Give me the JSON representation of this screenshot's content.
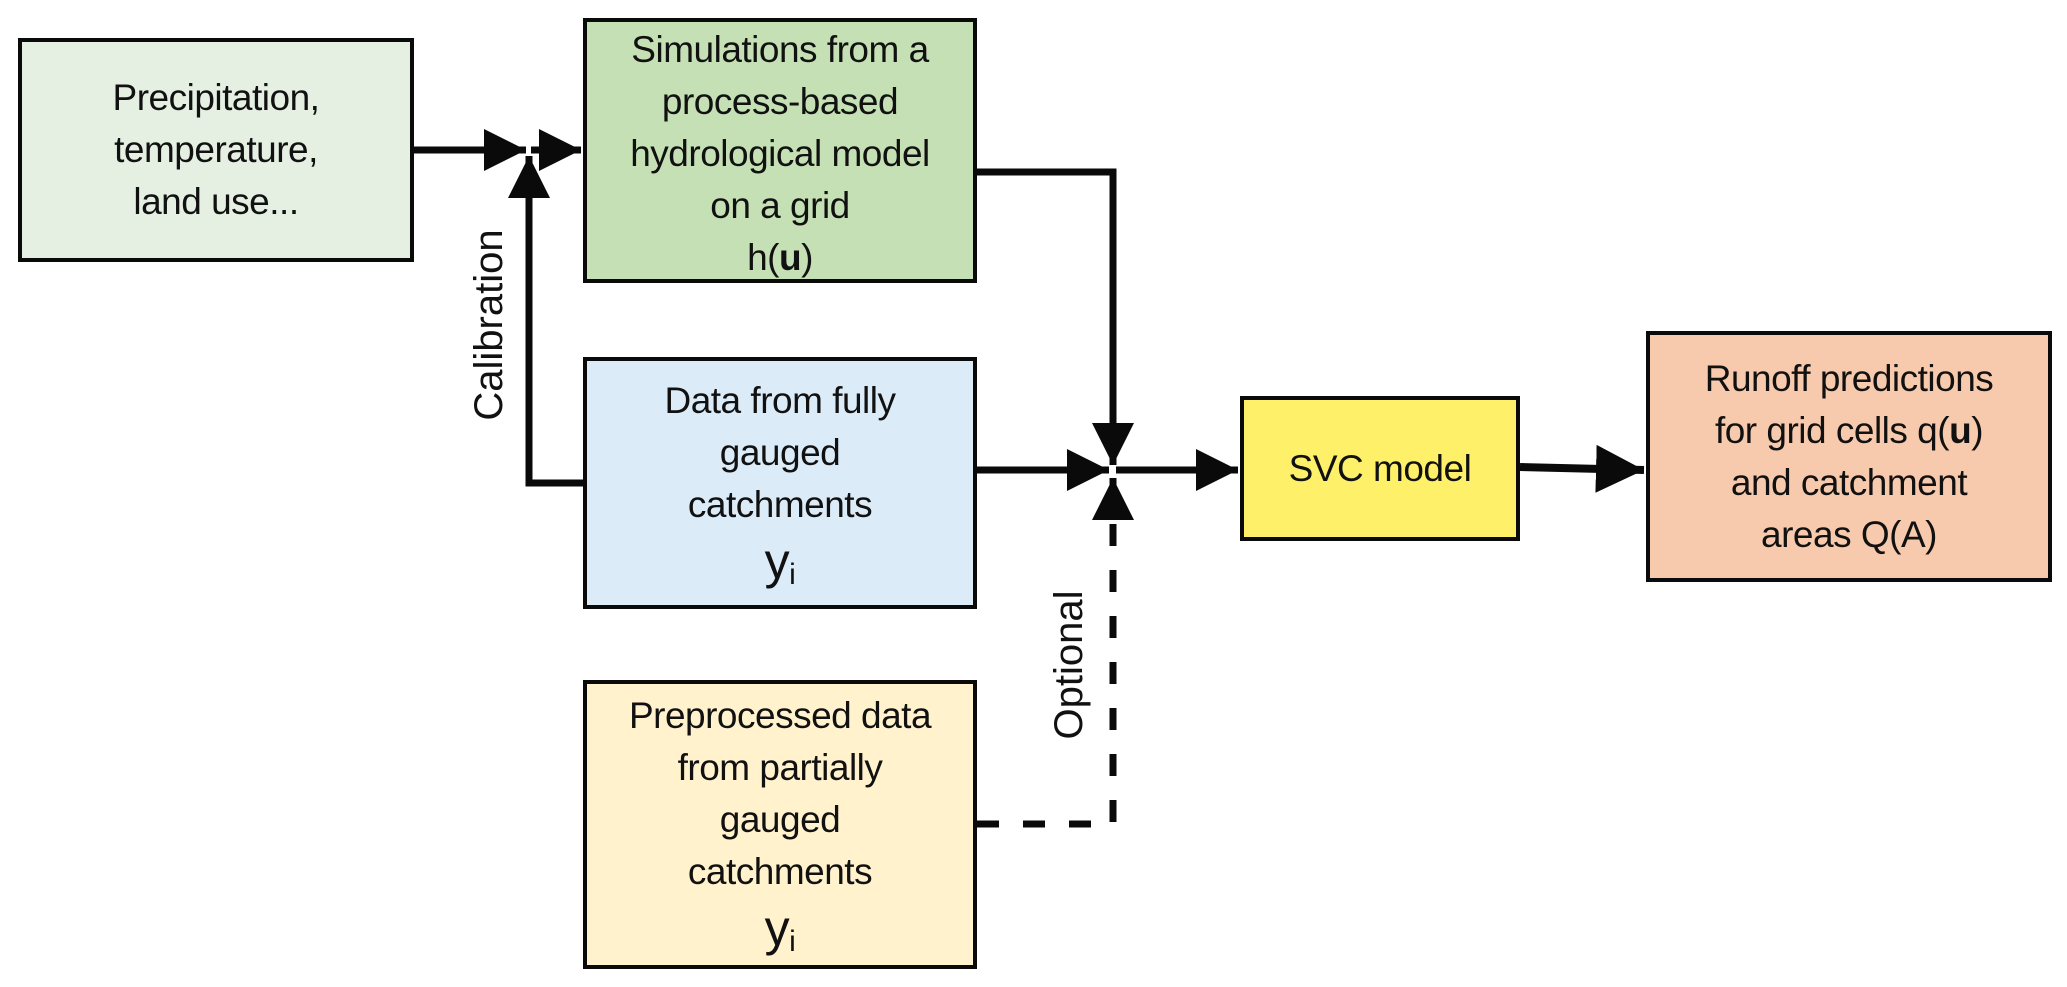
{
  "diagram": {
    "colors": {
      "input_fill": "#e5f0e3",
      "simulation_fill": "#c5e0b4",
      "fully_gauged_fill": "#dcebf8",
      "partially_gauged_fill": "#fff2cd",
      "svc_fill": "#fff06a",
      "output_fill": "#f8caad",
      "stroke": "#0a0a0a"
    },
    "nodes": {
      "input": {
        "lines": [
          "Precipitation,",
          "temperature,",
          "land use..."
        ]
      },
      "simulation": {
        "lines": [
          "Simulations from a",
          "process-based",
          "hydrological model",
          "on a grid"
        ],
        "symbol_prefix": "h(",
        "symbol_bold": "u",
        "symbol_suffix": ")"
      },
      "fully_gauged": {
        "lines": [
          "Data from fully",
          "gauged",
          "catchments"
        ],
        "symbol": "y",
        "symbol_sub": "i"
      },
      "partially_gauged": {
        "lines": [
          "Preprocessed data",
          "from partially",
          "gauged",
          "catchments"
        ],
        "symbol": "y",
        "symbol_sub": "i"
      },
      "svc": {
        "label": "SVC model"
      },
      "output": {
        "line1": "Runoff predictions",
        "line2_prefix": "for grid cells q(",
        "line2_bold": "u",
        "line2_suffix": ")",
        "line3": "and catchment",
        "line4": "areas Q(A)"
      }
    },
    "edge_labels": {
      "calibration": "Calibration",
      "optional": "Optional"
    },
    "edges": [
      {
        "from": "input",
        "to": "simulation",
        "style": "solid"
      },
      {
        "from": "fully_gauged",
        "to": "simulation",
        "style": "solid",
        "label": "Calibration"
      },
      {
        "from": "simulation",
        "to": "svc",
        "style": "solid"
      },
      {
        "from": "fully_gauged",
        "to": "svc",
        "style": "solid"
      },
      {
        "from": "partially_gauged",
        "to": "svc",
        "style": "dashed",
        "label": "Optional"
      },
      {
        "from": "svc",
        "to": "output",
        "style": "solid"
      }
    ]
  }
}
